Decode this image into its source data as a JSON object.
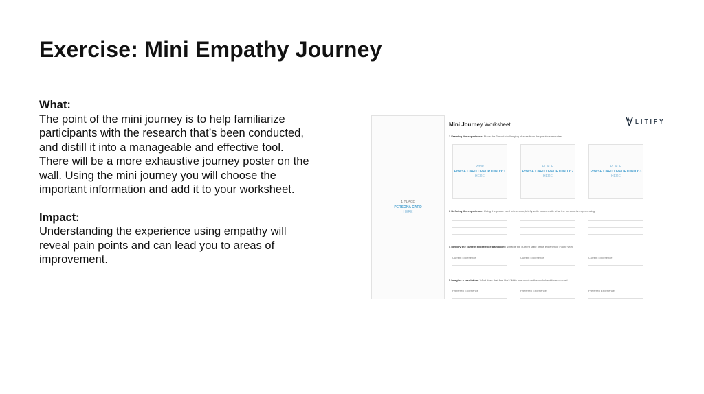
{
  "slide": {
    "title": "Exercise: Mini Empathy Journey",
    "what_heading": "What:",
    "what_body": "The point of the mini journey is to help familiarize participants with the research that’s been conducted, and distill it into a manageable and effective tool. There will be a more exhaustive journey poster on the wall. Using the mini journey you will choose the important information and add it to your worksheet.",
    "impact_heading": "Impact:",
    "impact_body": "Understanding the experience using empathy will reveal pain points and can lead you to areas of improvement."
  },
  "worksheet": {
    "title_bold": "Mini Journey",
    "title_rest": " Worksheet",
    "logo_text": "LITIFY",
    "persona": {
      "line1": "1 PLACE",
      "line2": "PERSONA CARD",
      "line3": "HERE"
    },
    "step2": {
      "label": "2   Framing the experience:",
      "desc": " Place the 3 most challenging phases from the previous exercise"
    },
    "step3": {
      "label": "3   Defining the experience:",
      "desc": " Using the phase card references, briefly write underneath what the persona is experiencing"
    },
    "step4": {
      "label": "4   Identify the current experience pain point:",
      "desc": " What is the current state of the experience in one word"
    },
    "step5": {
      "label": "5   Imagine a resolution:",
      "desc": " What does that feel like? Write one word on the worksheet for each card"
    },
    "phases": [
      {
        "line1": "What",
        "line2": "PHASE CARD OPPORTUNITY 1",
        "line3": "HERE"
      },
      {
        "line1": "PLACE",
        "line2": "PHASE CARD OPPORTUNITY 2",
        "line3": "HERE"
      },
      {
        "line1": "PLACE",
        "line2": "PHASE CARD OPPORTUNITY 3",
        "line3": "HERE"
      }
    ],
    "current_label": "Current Experience",
    "preferred_label": "Preferred Experience"
  },
  "colors": {
    "placeholder_blue": "#4ea3d1",
    "logo_navy": "#1f2d3d"
  }
}
